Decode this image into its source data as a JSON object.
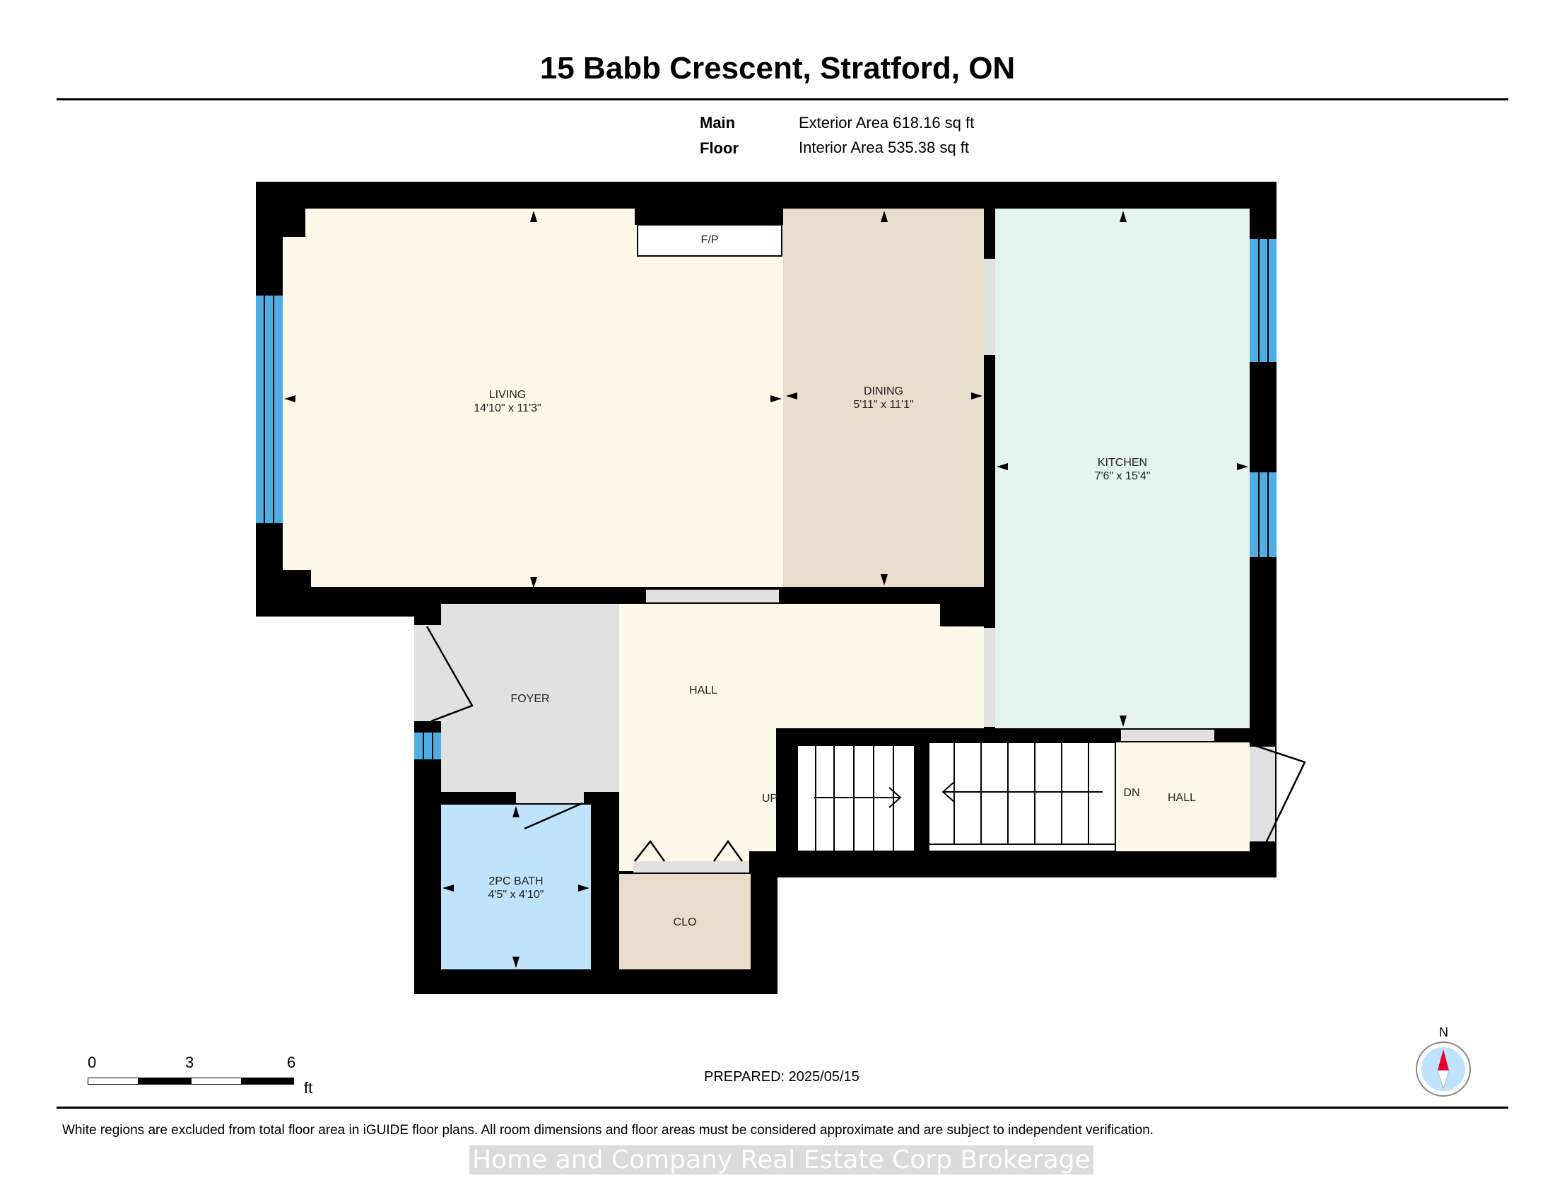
{
  "header": {
    "title": "15 Babb Crescent, Stratford, ON"
  },
  "areas": {
    "floor_name": "Main Floor",
    "exterior": "Exterior Area 618.16 sq ft",
    "interior": "Interior Area 535.38 sq ft"
  },
  "rooms": {
    "living": {
      "name": "LIVING",
      "dims": "14'10\" x 11'3\""
    },
    "dining": {
      "name": "DINING",
      "dims": "5'11\" x 11'1\""
    },
    "kitchen": {
      "name": "KITCHEN",
      "dims": "7'6\" x 15'4\""
    },
    "foyer": {
      "name": "FOYER"
    },
    "hall_main": {
      "name": "HALL"
    },
    "hall_side": {
      "name": "HALL"
    },
    "bath": {
      "name": "2PC BATH",
      "dims": "4'5\" x 4'10\""
    },
    "closet": {
      "name": "CLO"
    },
    "fireplace": {
      "name": "F/P"
    },
    "stairs_up": "UP",
    "stairs_down": "DN"
  },
  "colors": {
    "wall": "#000000",
    "living": "#fdf8e7",
    "dining": "#e8dccb",
    "kitchen": "#e4f3ec",
    "foyer": "#e1e1e1",
    "hall": "#fdf8e7",
    "bath": "#bfe3fb",
    "closet": "#e8dccb",
    "window": "#4eaee3",
    "opening": "#e1e1e1"
  },
  "scale": {
    "labels": [
      "0",
      "3",
      "6"
    ],
    "unit": "ft"
  },
  "footer": {
    "prepared": "PREPARED: 2025/05/15",
    "disclaimer": "White regions are excluded from total floor area in iGUIDE floor plans. All room dimensions and floor areas must be considered approximate and are subject to independent verification.",
    "watermark": "Home and Company Real Estate Corp Brokerage"
  },
  "compass": {
    "label": "N",
    "icon": "compass-icon"
  }
}
